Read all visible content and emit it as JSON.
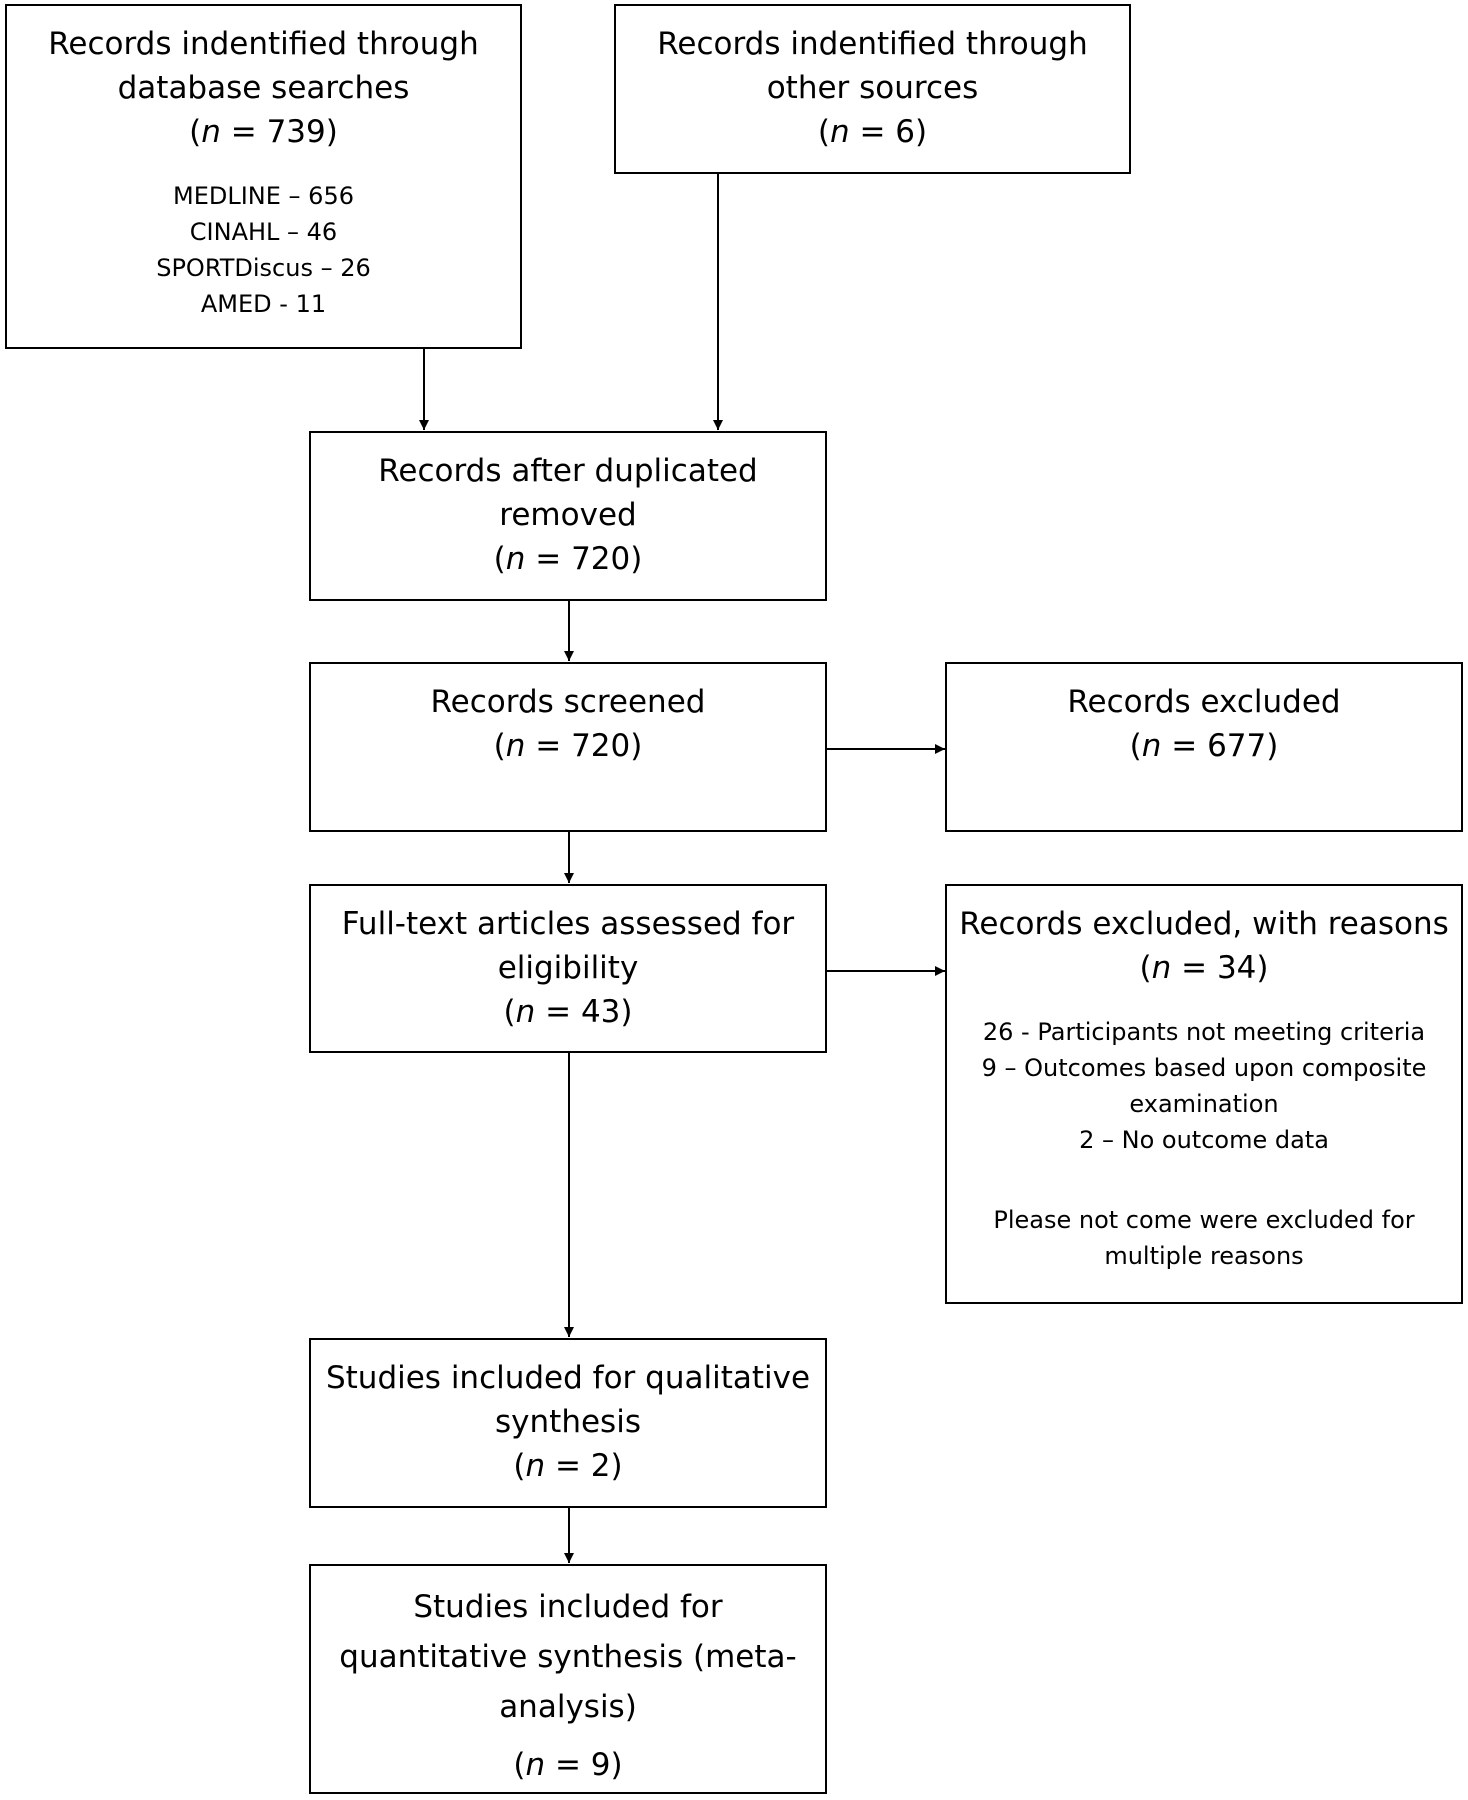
{
  "boxes": {
    "database": {
      "lines": [
        "Records indentified through",
        "database searches"
      ],
      "n_prefix": "(",
      "n_var": "n",
      "n_rest": " = 739)",
      "details": [
        "MEDLINE – 656",
        "CINAHL – 46",
        "SPORTDiscus – 26",
        "AMED - 11"
      ]
    },
    "other": {
      "lines": [
        "Records indentified through",
        "other sources"
      ],
      "n_prefix": "(",
      "n_var": "n",
      "n_rest": " = 6)"
    },
    "dedup": {
      "lines": [
        "Records after duplicated",
        "removed"
      ],
      "n_prefix": "(",
      "n_var": "n",
      "n_rest": " = 720)"
    },
    "screened": {
      "lines": [
        "Records screened"
      ],
      "n_prefix": "(",
      "n_var": "n",
      "n_rest": " = 720)"
    },
    "excluded": {
      "lines": [
        "Records excluded"
      ],
      "n_prefix": "(",
      "n_var": "n",
      "n_rest": " = 677)"
    },
    "fulltext": {
      "lines": [
        "Full-text articles assessed for",
        "eligibility"
      ],
      "n_prefix": "(",
      "n_var": "n",
      "n_rest": " = 43)"
    },
    "excluded_reasons": {
      "lines": [
        "Records excluded, with reasons"
      ],
      "n_prefix": "(",
      "n_var": "n",
      "n_rest": " = 34)",
      "details": [
        "26 - Participants not meeting criteria",
        "9 – Outcomes based upon composite",
        "examination",
        "2 – No outcome data"
      ],
      "note": [
        "Please not come were excluded for",
        "multiple reasons"
      ]
    },
    "qualitative": {
      "lines": [
        "Studies included for qualitative",
        "synthesis"
      ],
      "n_prefix": "(",
      "n_var": "n",
      "n_rest": " = 2)"
    },
    "quantitative": {
      "lines": [
        "Studies included for",
        "quantitative synthesis (meta-",
        "analysis)"
      ],
      "n_prefix": "(",
      "n_var": "n",
      "n_rest": " = 9)"
    }
  }
}
